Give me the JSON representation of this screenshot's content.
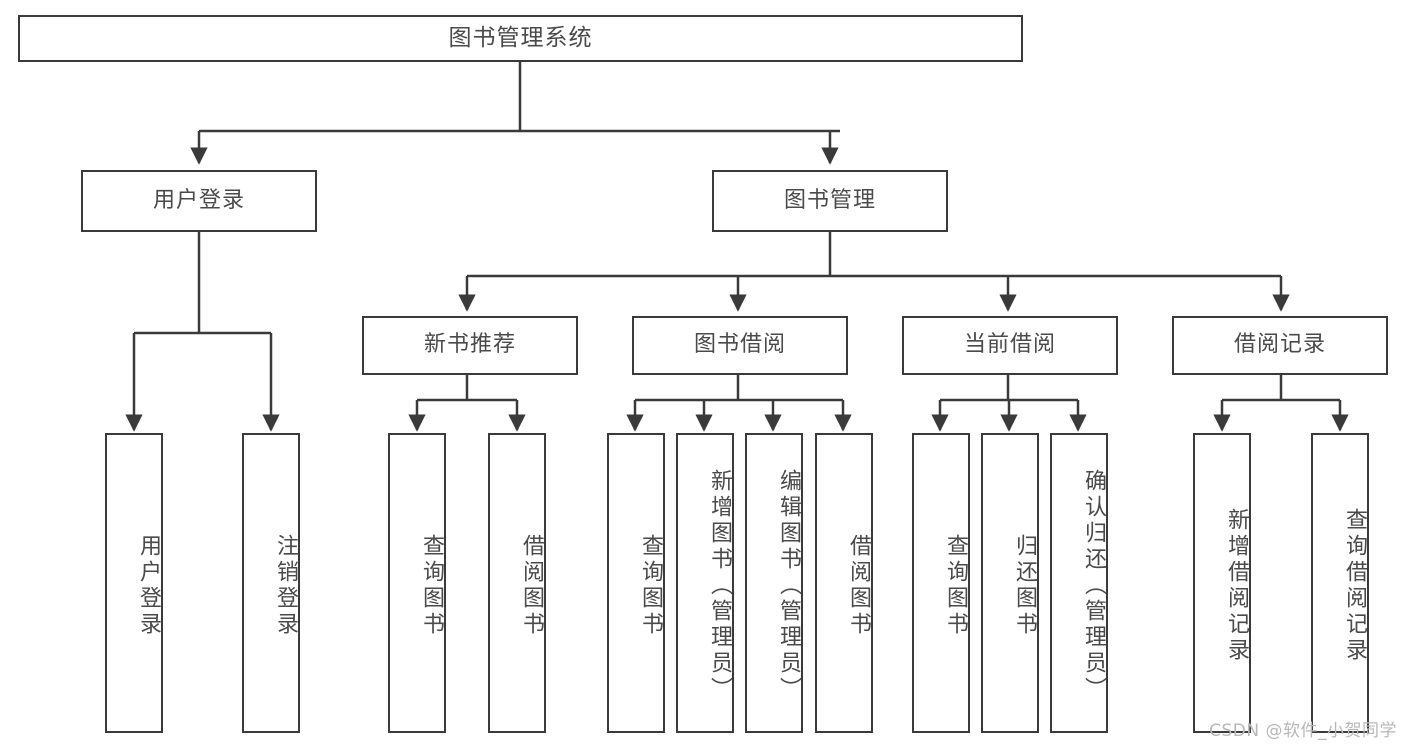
{
  "diagram": {
    "title": "图书管理系统",
    "type": "hierarchy-tree",
    "watermark": "CSDN @软件_小贺同学",
    "colors": {
      "stroke": "#3a3a3a",
      "text": "#4a4a4a",
      "background": "#ffffff",
      "watermark": "#b8b8b8"
    },
    "levels": {
      "level1": [
        {
          "id": "root",
          "label": "图书管理系统"
        }
      ],
      "level2": [
        {
          "id": "user-login",
          "label": "用户登录"
        },
        {
          "id": "book-manage",
          "label": "图书管理"
        }
      ],
      "level3": [
        {
          "id": "new-book-recommend",
          "label": "新书推荐"
        },
        {
          "id": "book-borrow",
          "label": "图书借阅"
        },
        {
          "id": "current-borrow",
          "label": "当前借阅"
        },
        {
          "id": "borrow-record",
          "label": "借阅记录"
        }
      ],
      "level4": [
        {
          "id": "leaf-user-login",
          "label": "用户登录"
        },
        {
          "id": "leaf-logout-login",
          "label": "注销登录"
        },
        {
          "id": "leaf-query-book-1",
          "label": "查询图书"
        },
        {
          "id": "leaf-borrow-book-1",
          "label": "借阅图书"
        },
        {
          "id": "leaf-query-book-2",
          "label": "查询图书"
        },
        {
          "id": "leaf-add-book-admin",
          "label": "新增图书（管理员）"
        },
        {
          "id": "leaf-edit-book-admin",
          "label": "编辑图书（管理员）"
        },
        {
          "id": "leaf-borrow-book-2",
          "label": "借阅图书"
        },
        {
          "id": "leaf-query-book-3",
          "label": "查询图书"
        },
        {
          "id": "leaf-return-book",
          "label": "归还图书"
        },
        {
          "id": "leaf-confirm-return-admin",
          "label": "确认归还（管理员）"
        },
        {
          "id": "leaf-add-borrow-record",
          "label": "新增借阅记录"
        },
        {
          "id": "leaf-query-borrow-record",
          "label": "查询借阅记录"
        }
      ]
    },
    "edges": [
      {
        "from": "root",
        "to": "user-login"
      },
      {
        "from": "root",
        "to": "book-manage"
      },
      {
        "from": "user-login",
        "to": "leaf-user-login"
      },
      {
        "from": "user-login",
        "to": "leaf-logout-login"
      },
      {
        "from": "book-manage",
        "to": "new-book-recommend"
      },
      {
        "from": "book-manage",
        "to": "book-borrow"
      },
      {
        "from": "book-manage",
        "to": "current-borrow"
      },
      {
        "from": "book-manage",
        "to": "borrow-record"
      },
      {
        "from": "new-book-recommend",
        "to": "leaf-query-book-1"
      },
      {
        "from": "new-book-recommend",
        "to": "leaf-borrow-book-1"
      },
      {
        "from": "book-borrow",
        "to": "leaf-query-book-2"
      },
      {
        "from": "book-borrow",
        "to": "leaf-add-book-admin"
      },
      {
        "from": "book-borrow",
        "to": "leaf-edit-book-admin"
      },
      {
        "from": "book-borrow",
        "to": "leaf-borrow-book-2"
      },
      {
        "from": "current-borrow",
        "to": "leaf-query-book-3"
      },
      {
        "from": "current-borrow",
        "to": "leaf-return-book"
      },
      {
        "from": "current-borrow",
        "to": "leaf-confirm-return-admin"
      },
      {
        "from": "borrow-record",
        "to": "leaf-add-borrow-record"
      },
      {
        "from": "borrow-record",
        "to": "leaf-query-borrow-record"
      }
    ]
  }
}
